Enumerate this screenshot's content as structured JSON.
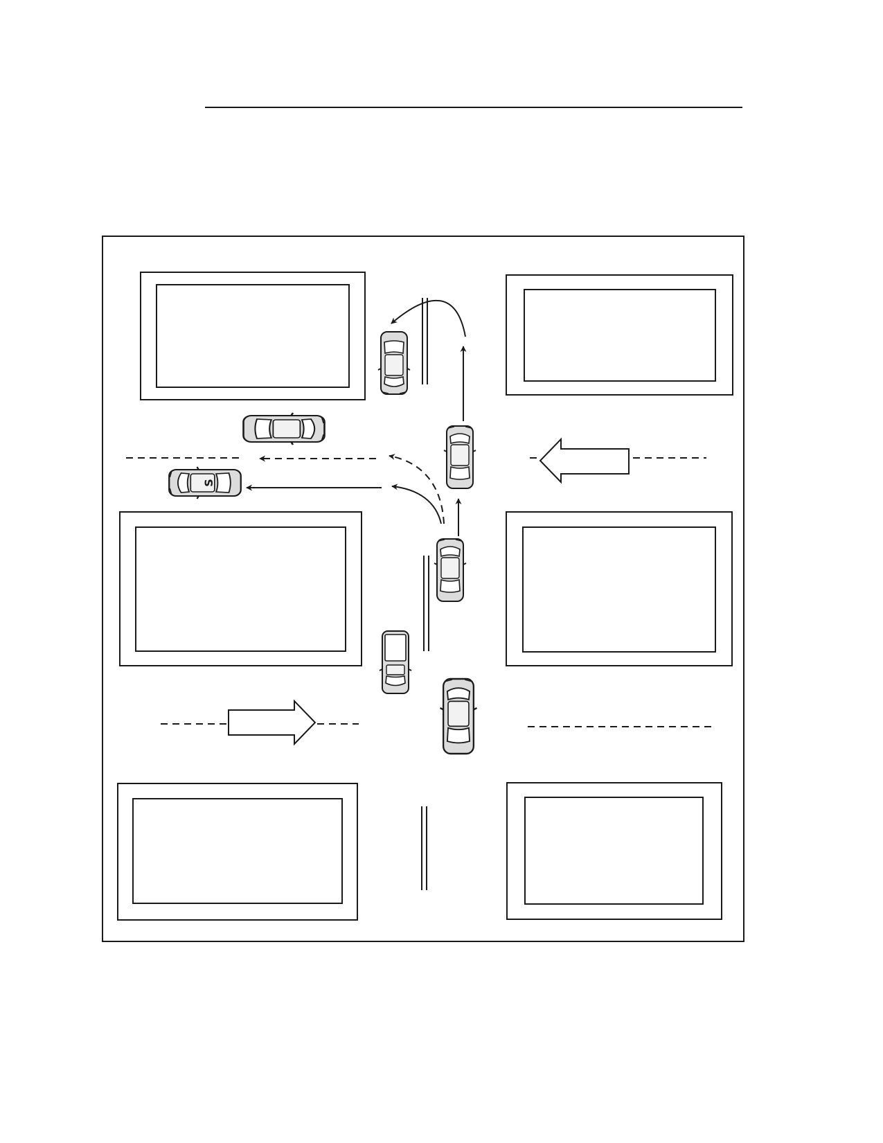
{
  "diagram": {
    "kind": "intersection-vehicle-movement",
    "colors": {
      "line": "#1a1a1a",
      "car-body": "#d9d9d9",
      "background": "#ffffff"
    },
    "blocks": [
      "block-nw",
      "block-ne",
      "block-mw",
      "block-me",
      "block-sw",
      "block-se"
    ],
    "cars": [
      {
        "id": "car-parked-north",
        "heading": "south",
        "marked": ""
      },
      {
        "id": "car-west-upper",
        "heading": "east",
        "marked": ""
      },
      {
        "id": "car-south-marked",
        "heading": "west",
        "marked": "S"
      },
      {
        "id": "car-north-1",
        "heading": "north",
        "marked": ""
      },
      {
        "id": "car-north-2",
        "heading": "north",
        "marked": ""
      },
      {
        "id": "car-parked-south",
        "heading": "south",
        "marked": ""
      },
      {
        "id": "car-north-3",
        "heading": "north",
        "marked": ""
      }
    ],
    "traffic_flow": [
      {
        "id": "flow-westbound",
        "direction": "west"
      },
      {
        "id": "flow-eastbound",
        "direction": "east"
      }
    ]
  }
}
